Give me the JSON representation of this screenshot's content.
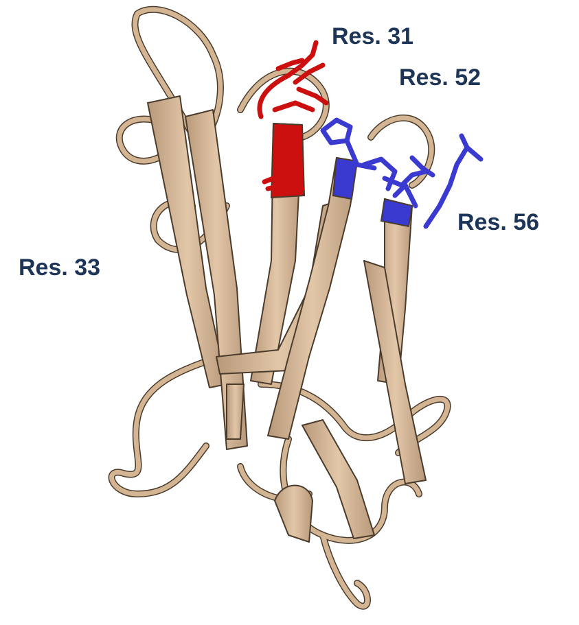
{
  "labels": {
    "res31": "Res. 31",
    "res52": "Res. 52",
    "res56": "Res. 56",
    "res33": "Res. 33"
  },
  "colors": {
    "ribbon": "#d3b493",
    "ribbon_dark": "#a98a68",
    "outline": "#4a3b2c",
    "highlight_red": "#cc1010",
    "highlight_blue": "#3a3ad0",
    "label_text": "#1d3557"
  }
}
